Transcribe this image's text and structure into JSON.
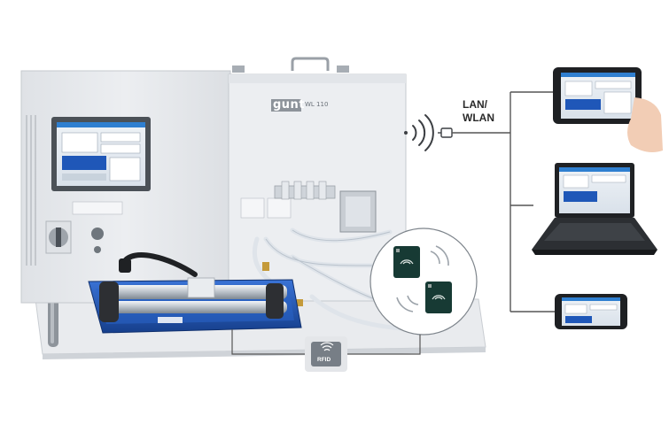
{
  "unit": {
    "brand": "gunt",
    "model": "WL 110"
  },
  "network": {
    "line1": "LAN/",
    "line2": "WLAN"
  },
  "rfid": {
    "label": "RFID"
  },
  "icons": [
    "wifi-signal-icon",
    "ethernet-plug-icon",
    "rfid-icon"
  ],
  "devices": [
    "tablet",
    "laptop",
    "smartphone"
  ],
  "colors": {
    "tray_blue": "#1f57b8",
    "housing": "#e8eaed",
    "line": "#555555"
  }
}
